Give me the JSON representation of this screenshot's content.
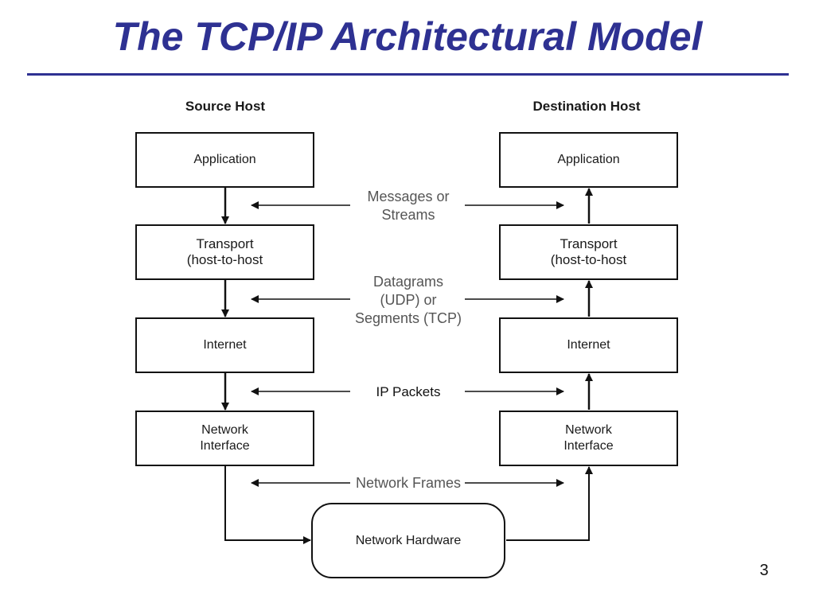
{
  "slide": {
    "title": "The TCP/IP Architectural Model",
    "page_number": "3"
  },
  "source_host": {
    "heading": "Source Host",
    "layers": {
      "application": [
        "Application"
      ],
      "transport": [
        "Transport",
        "(host-to-host"
      ],
      "internet": [
        "Internet"
      ],
      "network_interface": [
        "Network",
        "Interface"
      ]
    }
  },
  "destination_host": {
    "heading": "Destination Host",
    "layers": {
      "application": [
        "Application"
      ],
      "transport": [
        "Transport",
        "(host-to-host"
      ],
      "internet": [
        "Internet"
      ],
      "network_interface": [
        "Network",
        "Interface"
      ]
    }
  },
  "network_hardware": "Network Hardware",
  "data_units": {
    "messages": [
      "Messages or",
      "Streams"
    ],
    "datagrams": [
      "Datagrams",
      "(UDP) or",
      "Segments (TCP)"
    ],
    "ip_packets": [
      "IP Packets"
    ],
    "frames": [
      "Network Frames"
    ]
  },
  "colors": {
    "title": "#2e3192",
    "lines": "#111111",
    "unit_label": "#555555"
  }
}
